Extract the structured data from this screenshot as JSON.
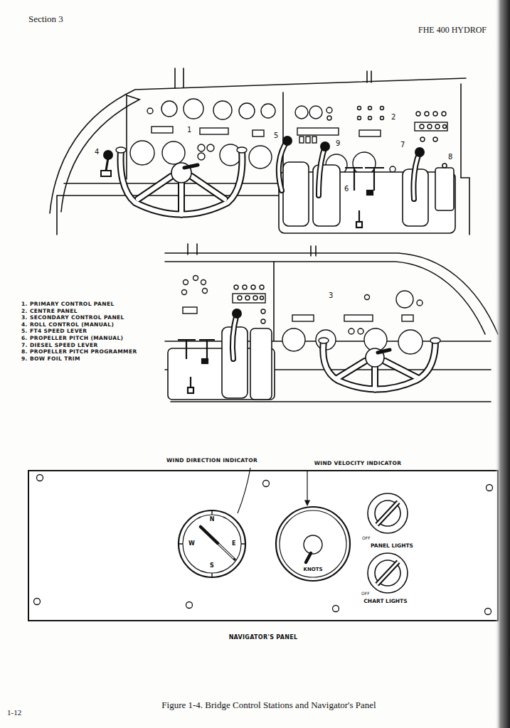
{
  "diagram": {
    "caption": "Figure 1-4. Bridge Control Stations and Navigator's Panel",
    "labels": [
      "Section 3",
      "FHE 400 HYDROF",
      "1",
      "5",
      "2",
      "9",
      "4",
      "7",
      "8",
      "6",
      "3",
      "1. PRIMARY CONTROL PANEL",
      "2. CENTRE PANEL",
      "3. SECONDARY CONTROL PANEL",
      "4. ROLL CONTROL (MANUAL)",
      "5. FT4 SPEED LEVER",
      "6. PROPELLER PITCH (MANUAL)",
      "7. DIESEL SPEED LEVER",
      "8. PROPELLER PITCH PROGRAMMER",
      "9. BOW FOIL TRIM",
      "WIND DIRECTION INDICATOR",
      "WIND VELOCITY INDICATOR",
      "N",
      "W",
      "E",
      "S",
      "KNOTS",
      "OFF",
      "PANEL LIGHTS",
      "OFF",
      "CHART LIGHTS",
      "NAVIGATOR'S PANEL",
      "1-12"
    ]
  }
}
